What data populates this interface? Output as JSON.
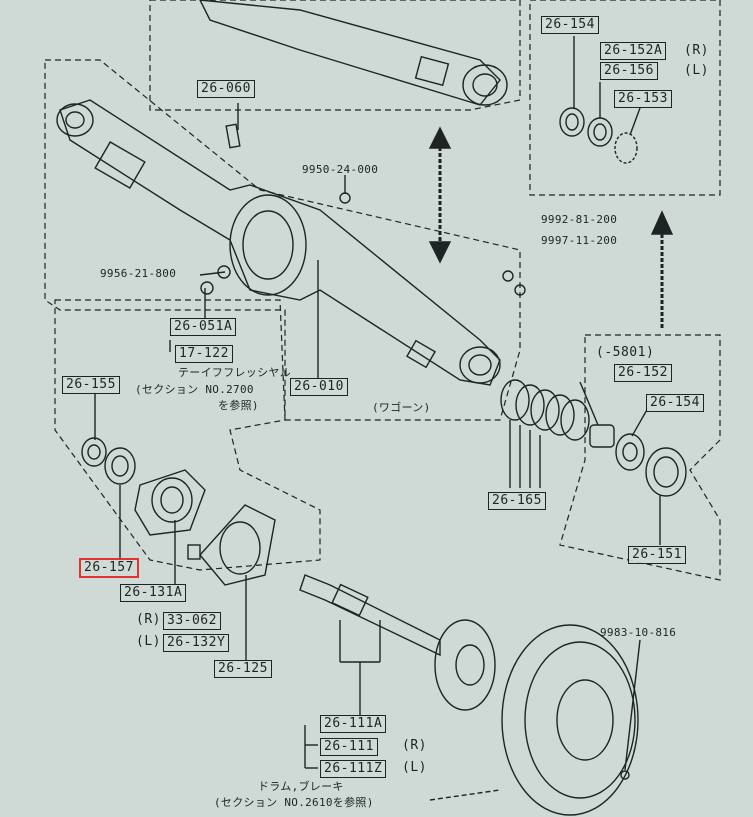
{
  "diagram": {
    "highlight_color": "#e0342e",
    "labels": {
      "p26_154": "26-154",
      "p26_152A": "26-152A",
      "p26_152A_side": "(R)",
      "p26_156": "26-156",
      "p26_156_side": "(L)",
      "p26_153": "26-153",
      "p26_060": "26-060",
      "p9950": "9950-24-000",
      "p9992": "9992-81-200",
      "p9997": "9997-11-200",
      "p9956": "9956-21-800",
      "p26_051A": "26-051A",
      "p17_122": "17-122",
      "note_taper": "テーイフフレッシヤル",
      "note_taper_ref": "(セクション NO.2700",
      "note_taper_ref2": "を参照)",
      "p26_010": "26-010",
      "note_wagon": "(ワゴーン)",
      "p26_155": "26-155",
      "p5801": "(-5801)",
      "p26_152": "26-152",
      "p26_154b": "26-154",
      "p26_165": "26-165",
      "p26_157": "26-157",
      "p26_131A": "26-131A",
      "side_r1": "(R)",
      "p33_062": "33-062",
      "side_l1": "(L)",
      "p26_132Y": "26-132Y",
      "p26_125": "26-125",
      "p26_151": "26-151",
      "p9983": "9983-10-816",
      "p26_111A": "26-111A",
      "p26_111": "26-111",
      "side_r2": "(R)",
      "p26_111Z": "26-111Z",
      "side_l2": "(L)",
      "note_drum": "ドラム,ブレーキ",
      "note_drum_ref": "(セクション NO.2610を参照)"
    }
  }
}
